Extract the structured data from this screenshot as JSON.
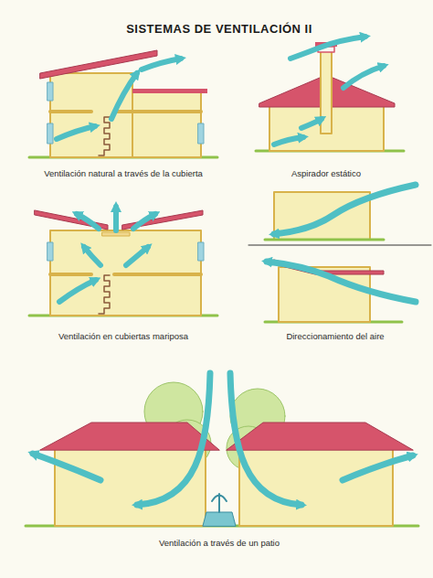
{
  "diagram": {
    "title": "SISTEMAS DE VENTILACIÓN II",
    "labels": [
      "Ventilación natural a través de la cubierta",
      "Aspirador estático",
      "Ventilación en cubiertas mariposa",
      "Direccionamiento del aire",
      "Ventilación a través de un patio"
    ]
  }
}
